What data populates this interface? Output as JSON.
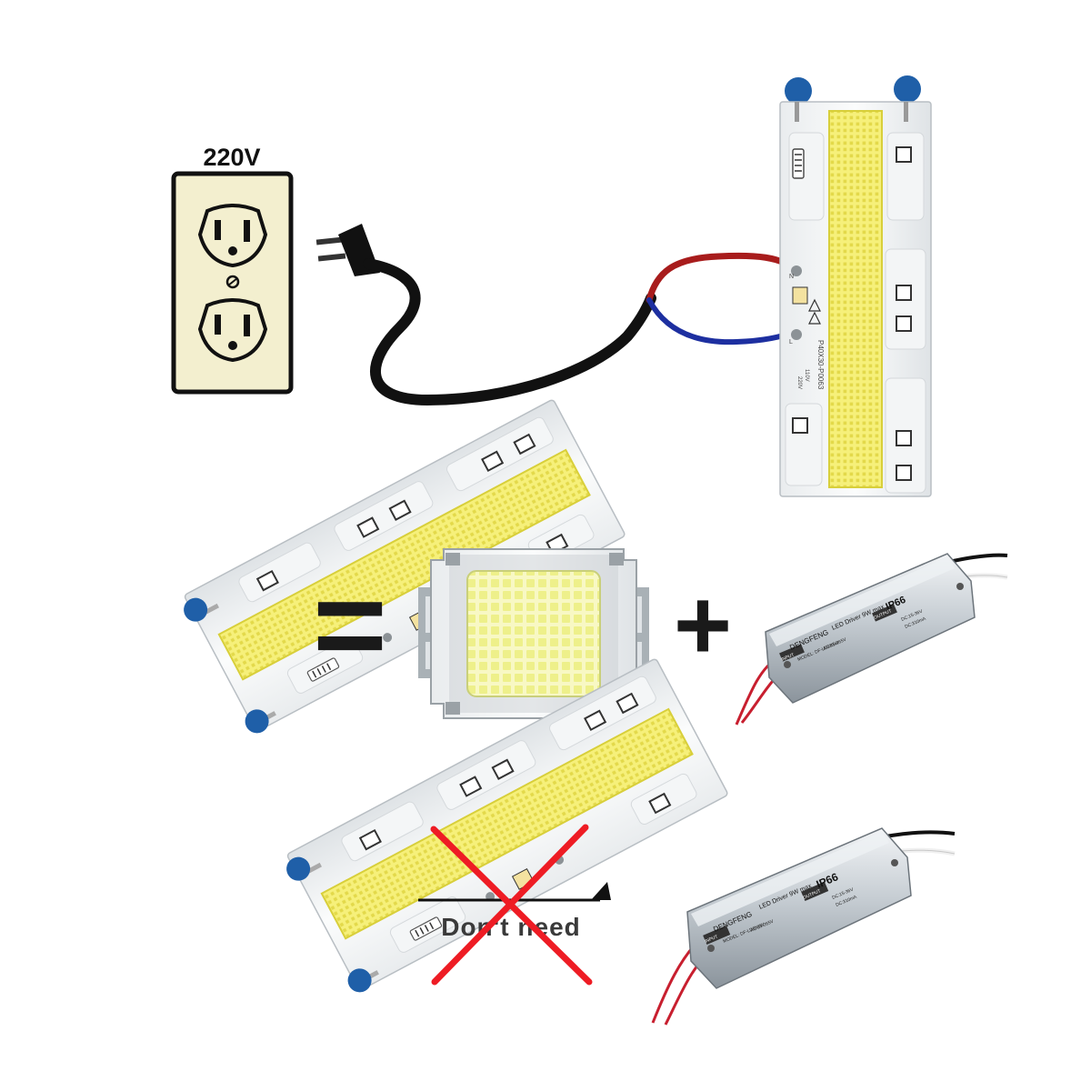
{
  "outlet": {
    "voltage_label": "220V"
  },
  "cob_module": {
    "pcb_code": "P40X30-P0063",
    "marking_110v": "110V",
    "marking_220v": "220V",
    "terminal_n": "N",
    "terminal_l": "L"
  },
  "driver": {
    "brand": "DENGFENG",
    "title": "LED Driver 9W max",
    "rating": "IP66",
    "input_tag": "INPUT",
    "output_tag": "OUTPUT",
    "model": "MODEL: DF-LD9X1W",
    "input_spec": "AC:85-265V",
    "output_spec": "DC:15-36V",
    "current_spec": "DC:310mA"
  },
  "equation": {
    "equals_sign": "=",
    "plus_sign": "+"
  },
  "notice": {
    "text": "Don't need"
  },
  "colors": {
    "outlet_fill": "#f3efcf",
    "led_yellow": "#f6f07a",
    "cob_white_led": "#f7f8b8",
    "wire_red": "#a81c1c",
    "wire_blue": "#1d2fa0",
    "cross_red": "#ee1c24",
    "capacitor_blue": "#1f5fa8"
  }
}
